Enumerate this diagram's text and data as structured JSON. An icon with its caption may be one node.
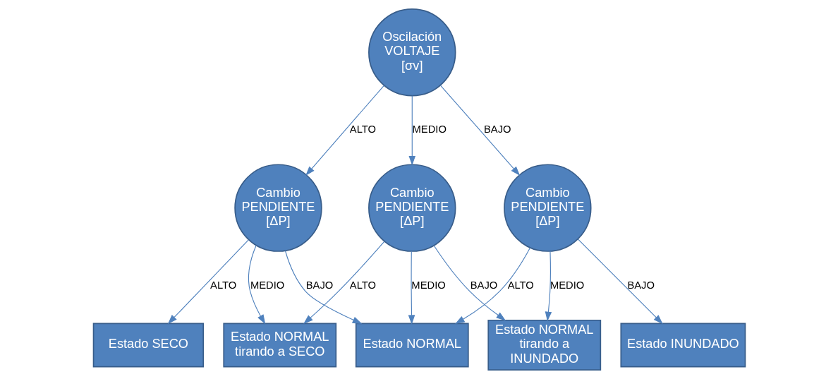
{
  "diagram": {
    "nodes": [
      {
        "text": [
          "Oscilación VOLTAJE [σv]"
        ]
      },
      {
        "text": [
          "Cambio PENDIENTE [ΔP]"
        ]
      },
      {
        "text": [
          "Cambio PENDIENTE [ΔP]"
        ]
      },
      {
        "text": [
          "Cambio PENDIENTE [ΔP]"
        ]
      },
      {
        "text": [
          "Estado SECO"
        ]
      },
      {
        "text": [
          "Estado NORMAL tirando a SECO"
        ]
      },
      {
        "text": [
          "Estado NORMAL"
        ]
      },
      {
        "text": [
          "Estado NORMAL tirando a INUNDADO"
        ]
      },
      {
        "text": [
          "Estado INUNDADO"
        ]
      }
    ],
    "edges": [
      {
        "from": 0,
        "to": 1,
        "arrow": "to",
        "label": "ALTO"
      },
      {
        "from": 0,
        "to": 2,
        "arrow": "to",
        "label": "MEDIO"
      },
      {
        "from": 0,
        "to": 3,
        "arrow": "to",
        "label": "BAJO"
      },
      {
        "from": 1,
        "to": 4,
        "arrow": "to",
        "label": "ALTO"
      },
      {
        "from": 1,
        "to": 5,
        "arrow": "to",
        "label": "MEDIO"
      },
      {
        "from": 1,
        "to": 6,
        "arrow": "to",
        "label": "BAJO"
      },
      {
        "from": 2,
        "to": 5,
        "arrow": "to",
        "label": "ALTO"
      },
      {
        "from": 2,
        "to": 6,
        "arrow": "to",
        "label": "MEDIO"
      },
      {
        "from": 2,
        "to": 7,
        "arrow": "to",
        "label": "BAJO"
      },
      {
        "from": 3,
        "to": 6,
        "arrow": "to",
        "label": "ALTO"
      },
      {
        "from": 3,
        "to": 7,
        "arrow": "to",
        "label": "MEDIO"
      },
      {
        "from": 3,
        "to": 8,
        "arrow": "to",
        "label": "BAJO"
      }
    ]
  }
}
